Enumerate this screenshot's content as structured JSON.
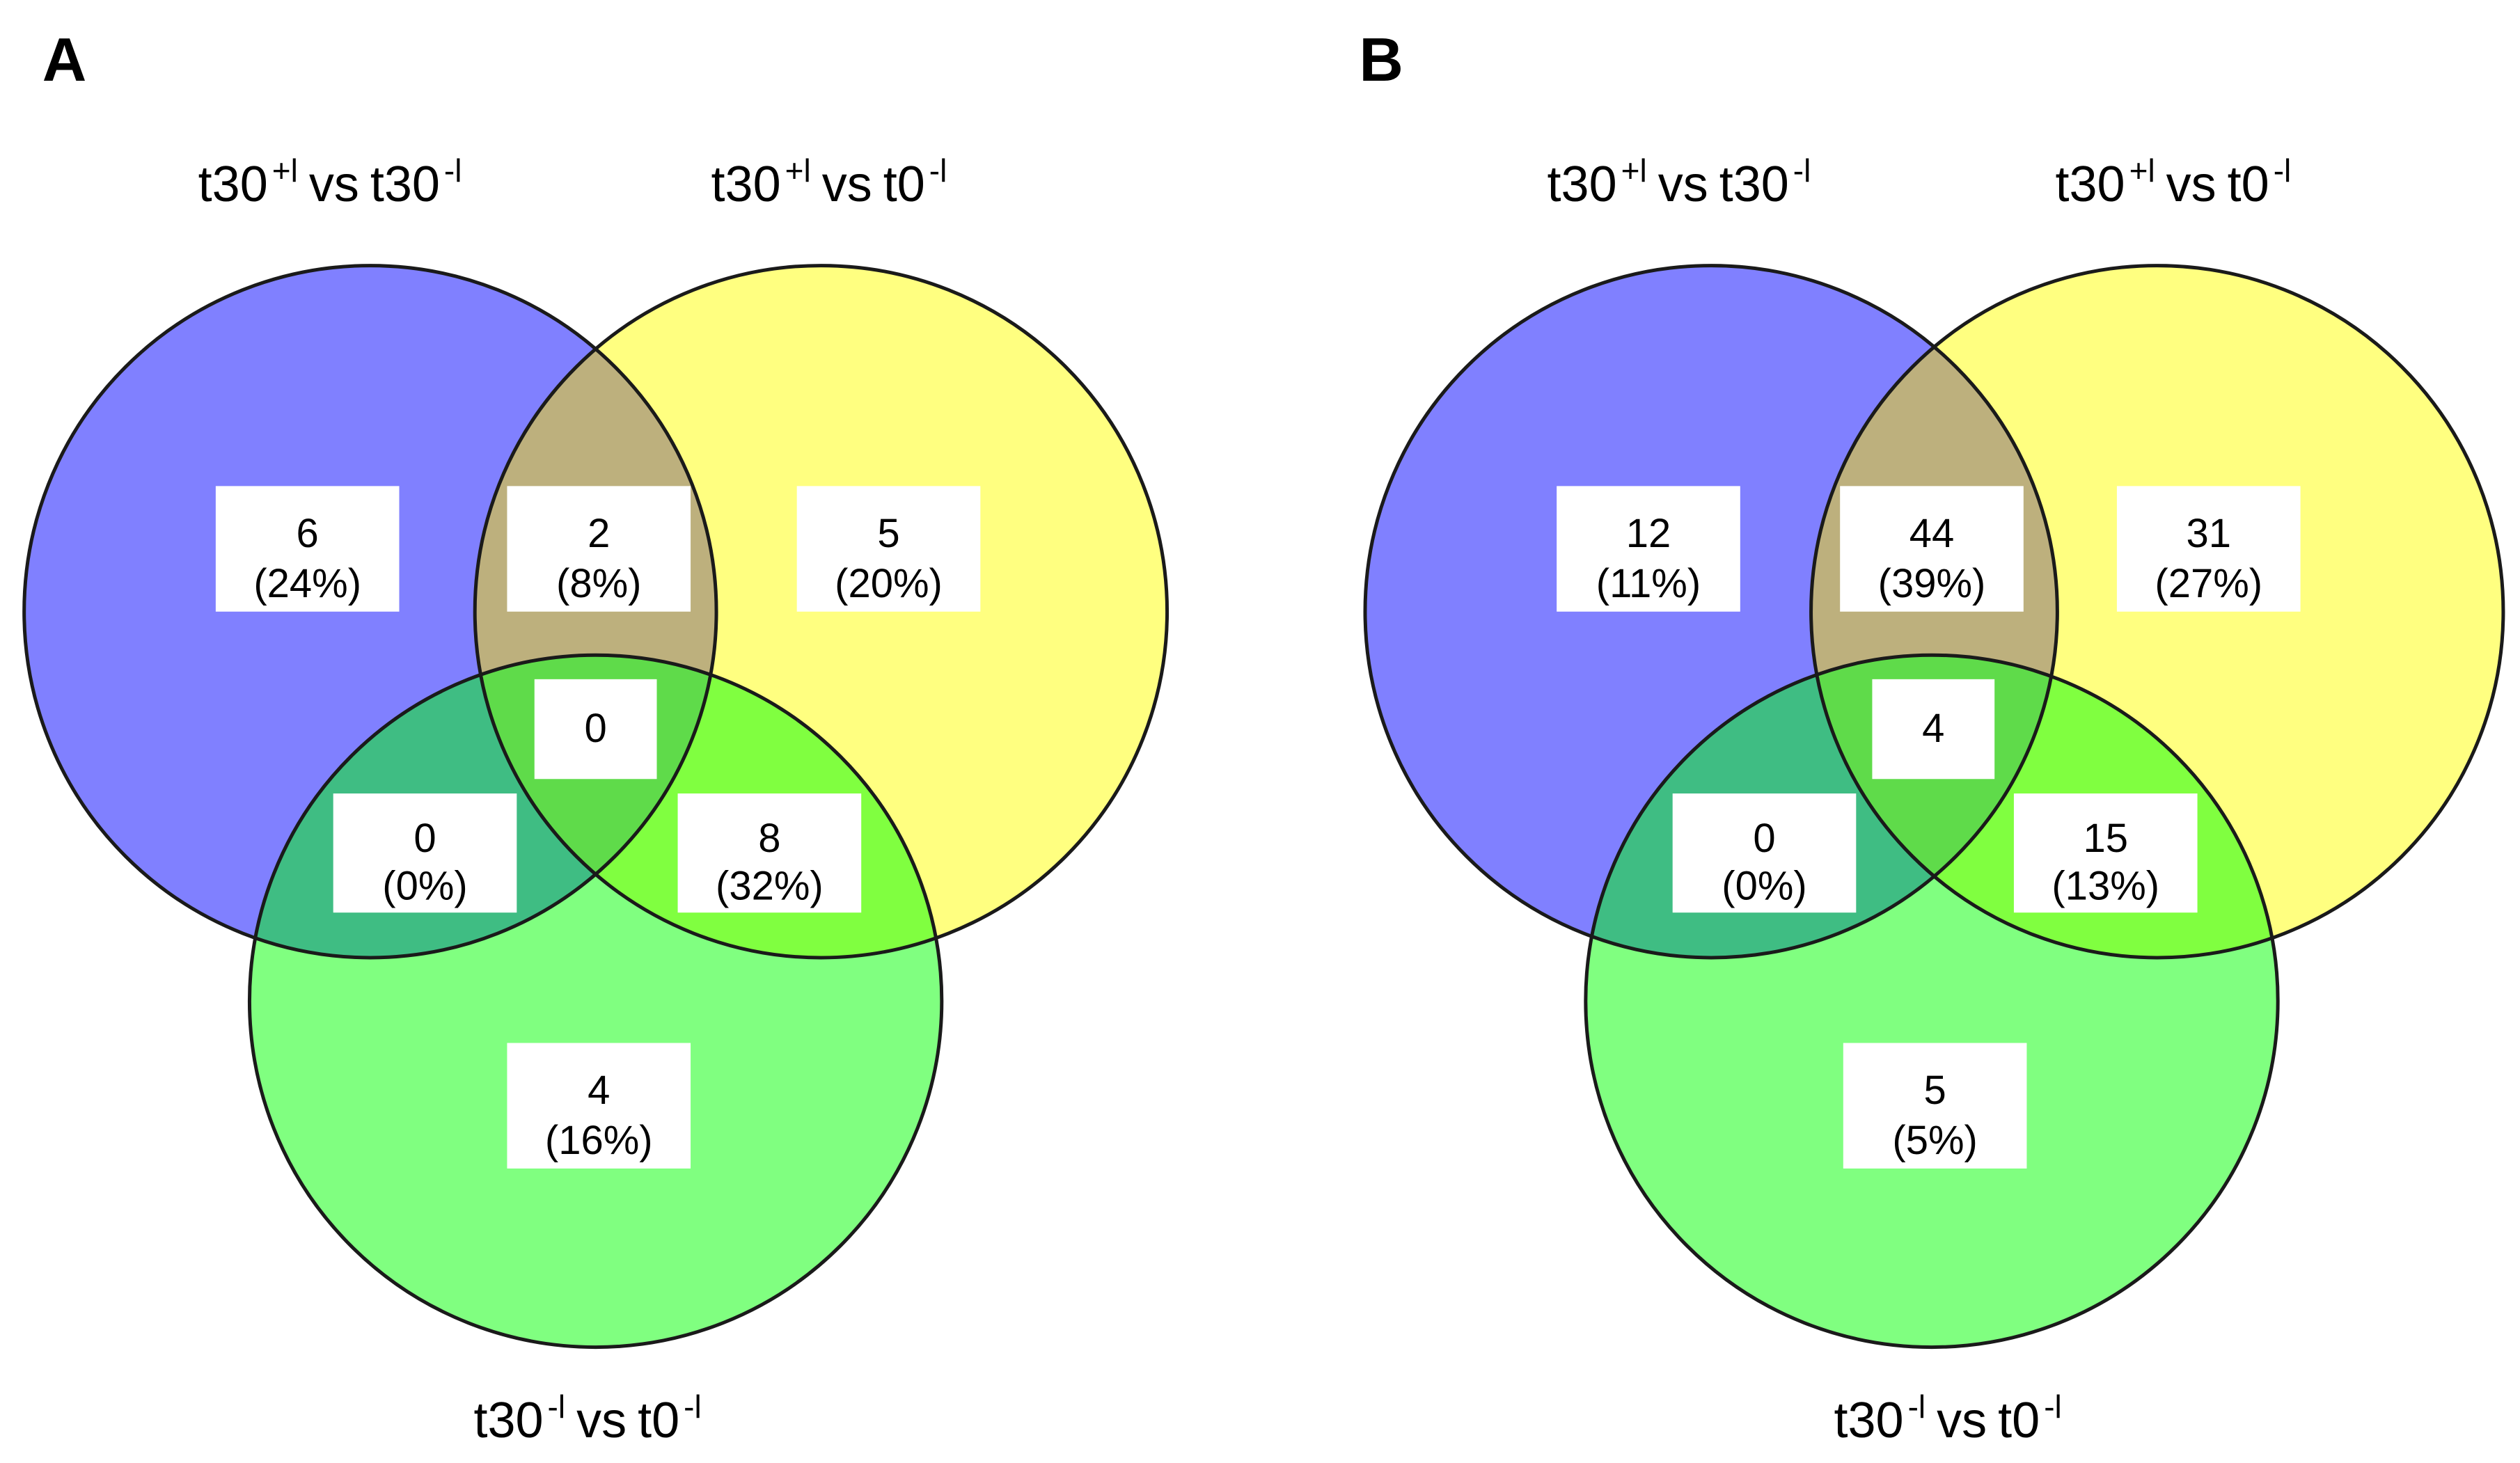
{
  "colors": {
    "blue_circle": "#8080ff",
    "yellow_circle": "#ffff80",
    "green_circle": "#80ff80",
    "blue_yellow_overlap": "#bdb07d",
    "blue_green_overlap": "#3fbd83",
    "yellow_green_overlap": "#80ff40",
    "center_overlap": "#5fdb4a",
    "outline": "#1a1a1a",
    "label_box": "#ffffff",
    "text": "#000000"
  },
  "panels": [
    {
      "letter": "A",
      "labels": {
        "top_left": {
          "base1": "t30",
          "sup1": "+l",
          "mid": "vs",
          "base2": "t30",
          "sup2": "-l"
        },
        "top_right": {
          "base1": "t30",
          "sup1": "+l",
          "mid": "vs",
          "base2": "t0",
          "sup2": "-l"
        },
        "bottom": {
          "base1": "t30",
          "sup1": "-l",
          "mid": "vs",
          "base2": "t0",
          "sup2": "-l"
        }
      },
      "regions": {
        "left_only": {
          "count": "6",
          "pct": "(24%)"
        },
        "left_right": {
          "count": "2",
          "pct": "(8%)"
        },
        "right_only": {
          "count": "5",
          "pct": "(20%)"
        },
        "center": {
          "count": "0"
        },
        "left_bottom": {
          "count": "0",
          "pct": "(0%)"
        },
        "right_bottom": {
          "count": "8",
          "pct": "(32%)"
        },
        "bottom_only": {
          "count": "4",
          "pct": "(16%)"
        }
      }
    },
    {
      "letter": "B",
      "labels": {
        "top_left": {
          "base1": "t30",
          "sup1": "+l",
          "mid": "vs",
          "base2": "t30",
          "sup2": "-l"
        },
        "top_right": {
          "base1": "t30",
          "sup1": "+l",
          "mid": "vs",
          "base2": "t0",
          "sup2": "-l"
        },
        "bottom": {
          "base1": "t30",
          "sup1": "-l",
          "mid": "vs",
          "base2": "t0",
          "sup2": "-l"
        }
      },
      "regions": {
        "left_only": {
          "count": "12",
          "pct": "(11%)"
        },
        "left_right": {
          "count": "44",
          "pct": "(39%)"
        },
        "right_only": {
          "count": "31",
          "pct": "(27%)"
        },
        "center": {
          "count": "4"
        },
        "left_bottom": {
          "count": "0",
          "pct": "(0%)"
        },
        "right_bottom": {
          "count": "15",
          "pct": "(13%)"
        },
        "bottom_only": {
          "count": "5",
          "pct": "(5%)"
        }
      }
    }
  ]
}
